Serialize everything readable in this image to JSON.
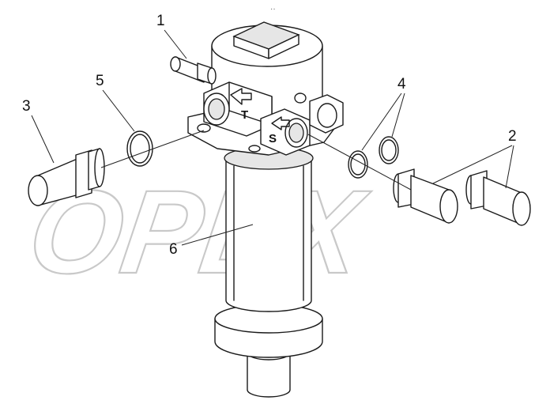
{
  "watermark": {
    "text": "OPEX"
  },
  "port_labels": {
    "t": "T",
    "s": "S"
  },
  "callouts": [
    {
      "id": "1",
      "label": "1",
      "part": "angled fitting"
    },
    {
      "id": "2",
      "label": "2",
      "part": "straight union"
    },
    {
      "id": "3",
      "label": "3",
      "part": "straight union"
    },
    {
      "id": "4",
      "label": "4",
      "part": "o-ring seal"
    },
    {
      "id": "5",
      "label": "5",
      "part": "o-ring seal"
    },
    {
      "id": "6",
      "label": "6",
      "part": "filter housing"
    }
  ],
  "top_mark": "··"
}
